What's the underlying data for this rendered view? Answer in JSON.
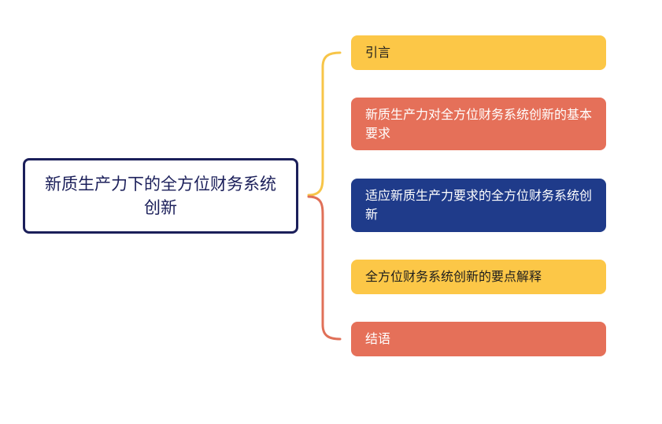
{
  "root": {
    "label": "新质生产力下的全方位财务系统创新",
    "color": "#1b1f5a"
  },
  "connectors": {
    "upper_color": "#f7c548",
    "lower_color": "#e07058"
  },
  "children": [
    {
      "label": "引言",
      "bg": "#fcc747",
      "fg": "#1e1e1e"
    },
    {
      "label": "新质生产力对全方位财务系统创新的基本要求",
      "bg": "#e57059",
      "fg": "#ffffff"
    },
    {
      "label": "适应新质生产力要求的全方位财务系统创新",
      "bg": "#1f3b8a",
      "fg": "#ffffff"
    },
    {
      "label": "全方位财务系统创新的要点解释",
      "bg": "#fcc747",
      "fg": "#1e1e1e"
    },
    {
      "label": "结语",
      "bg": "#e57059",
      "fg": "#ffffff"
    }
  ]
}
